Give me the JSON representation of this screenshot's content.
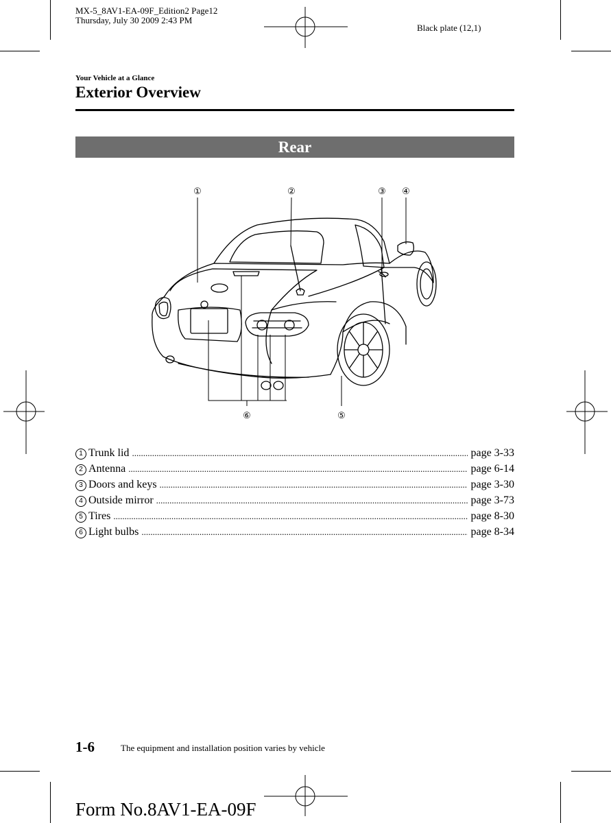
{
  "header": {
    "print_line1": "MX-5_8AV1-EA-09F_Edition2 Page12",
    "print_line2": "Thursday, July 30 2009 2:43 PM",
    "plate": "Black plate (12,1)"
  },
  "section_label": "Your Vehicle at a Glance",
  "page_title": "Exterior Overview",
  "banner": "Rear",
  "figure": {
    "callouts": [
      "①",
      "②",
      "③",
      "④",
      "⑤",
      "⑥"
    ]
  },
  "legend": [
    {
      "num": "1",
      "label": "Trunk lid",
      "page": "page 3-33"
    },
    {
      "num": "2",
      "label": "Antenna",
      "page": "page 6-14"
    },
    {
      "num": "3",
      "label": "Doors and keys",
      "page": "page 3-30"
    },
    {
      "num": "4",
      "label": "Outside mirror",
      "page": "page 3-73"
    },
    {
      "num": "5",
      "label": "Tires",
      "page": "page 8-30"
    },
    {
      "num": "6",
      "label": "Light bulbs",
      "page": "page 8-34"
    }
  ],
  "footer": {
    "page_number": "1-6",
    "note": "The equipment and installation position varies by vehicle",
    "form_number": "Form No.8AV1-EA-09F"
  }
}
